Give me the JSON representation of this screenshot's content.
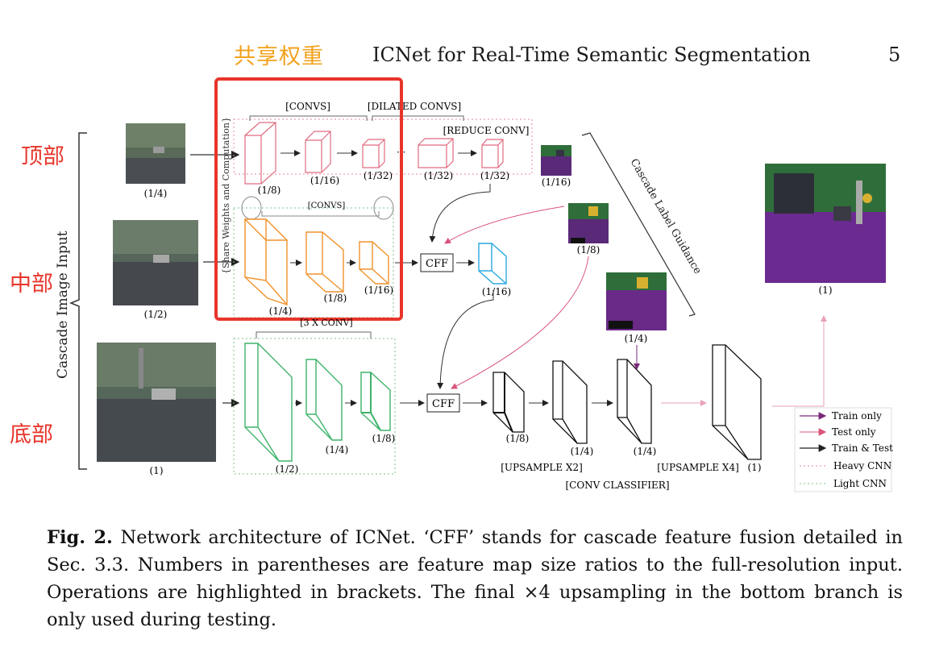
{
  "header": {
    "title": "ICNet for Real-Time Semantic Segmentation",
    "page_number": "5"
  },
  "annotations": {
    "shared_weights": "共享权重",
    "top": "顶部",
    "middle": "中部",
    "bottom": "底部"
  },
  "figure": {
    "input_label": "Cascade Image Input",
    "share_label": "{Share Weights and Computation}",
    "cascade_guidance_label": "Cascade Label Guidance",
    "brackets": {
      "convs": "[CONVS]",
      "dilated_convs": "[DILATED CONVS]",
      "reduce_conv": "[REDUCE CONV]",
      "mid_convs": "[CONVS]",
      "three_x_conv": "[3 X CONV]",
      "upsample_x2": "[UPSAMPLE X2]",
      "upsample_x4": "[UPSAMPLE X4]",
      "conv_classifier": "[CONV CLASSIFIER]"
    },
    "cff_label": "CFF",
    "input_ratios": {
      "top": "(1/4)",
      "middle": "(1/2)",
      "bottom": "(1)"
    },
    "top_branch_ratios": [
      "(1/8)",
      "(1/16)",
      "(1/32)",
      "(1/32)",
      "(1/32)"
    ],
    "middle_branch_ratios": [
      "(1/4)",
      "(1/8)",
      "(1/16)"
    ],
    "bottom_branch_ratios": [
      "(1/2)",
      "(1/4)",
      "(1/8)"
    ],
    "cff1_out_ratio": "(1/16)",
    "decoder_ratios": [
      "(1/8)",
      "(1/4)",
      "(1/4)"
    ],
    "final_ratio": "(1)",
    "label_ratios": {
      "top": "(1/16)",
      "middle": "(1/8)",
      "bottom": "(1/4)",
      "output": "(1)"
    },
    "legend": {
      "items": [
        {
          "label": "Train only",
          "color": "#7a2a7a",
          "style": "arrow"
        },
        {
          "label": "Test only",
          "color": "#e07aa0",
          "style": "arrow"
        },
        {
          "label": "Train & Test",
          "color": "#222222",
          "style": "arrow"
        },
        {
          "label": "Heavy CNN",
          "color": "#e58aa0",
          "style": "dotted"
        },
        {
          "label": "Light CNN",
          "color": "#7cc38a",
          "style": "dotted"
        }
      ]
    },
    "colors": {
      "top_branch": "#e06b80",
      "middle_branch": "#f0922b",
      "bottom_branch": "#3fb36a",
      "cff_output": "#2aa9e0",
      "highlight_box": "#e8352b"
    }
  },
  "caption": {
    "label": "Fig. 2.",
    "text": "Network architecture of ICNet. ‘CFF’ stands for cascade feature fusion detailed in Sec. 3.3. Numbers in parentheses are feature map size ratios to the full-resolution input. Operations are highlighted in brackets. The final ×4 upsampling in the bottom branch is only used during testing."
  }
}
